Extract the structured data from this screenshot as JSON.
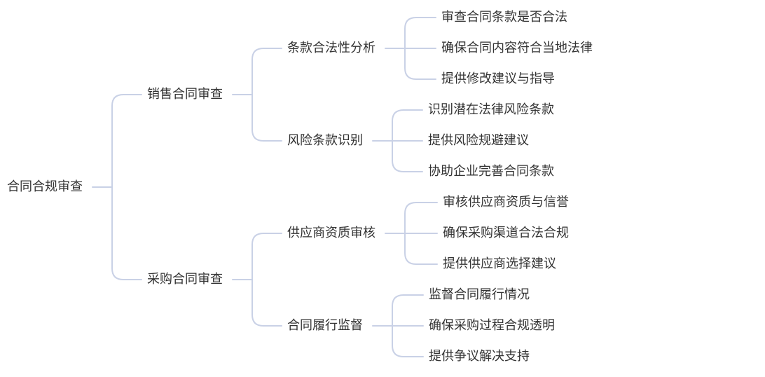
{
  "diagram": {
    "line_color": "#c9d1e6",
    "text_color": "#333333",
    "root": {
      "label": "合同合规审查",
      "children": [
        {
          "label": "销售合同审查",
          "children": [
            {
              "label": "条款合法性分析",
              "children": [
                {
                  "label": "审查合同条款是否合法"
                },
                {
                  "label": "确保合同内容符合当地法律"
                },
                {
                  "label": "提供修改建议与指导"
                }
              ]
            },
            {
              "label": "风险条款识别",
              "children": [
                {
                  "label": "识别潜在法律风险条款"
                },
                {
                  "label": "提供风险规避建议"
                },
                {
                  "label": "协助企业完善合同条款"
                }
              ]
            }
          ]
        },
        {
          "label": "采购合同审查",
          "children": [
            {
              "label": "供应商资质审核",
              "children": [
                {
                  "label": "审核供应商资质与信誉"
                },
                {
                  "label": "确保采购渠道合法合规"
                },
                {
                  "label": "提供供应商选择建议"
                }
              ]
            },
            {
              "label": "合同履行监督",
              "children": [
                {
                  "label": "监督合同履行情况"
                },
                {
                  "label": "确保采购过程合规透明"
                },
                {
                  "label": "提供争议解决支持"
                }
              ]
            }
          ]
        }
      ]
    }
  }
}
